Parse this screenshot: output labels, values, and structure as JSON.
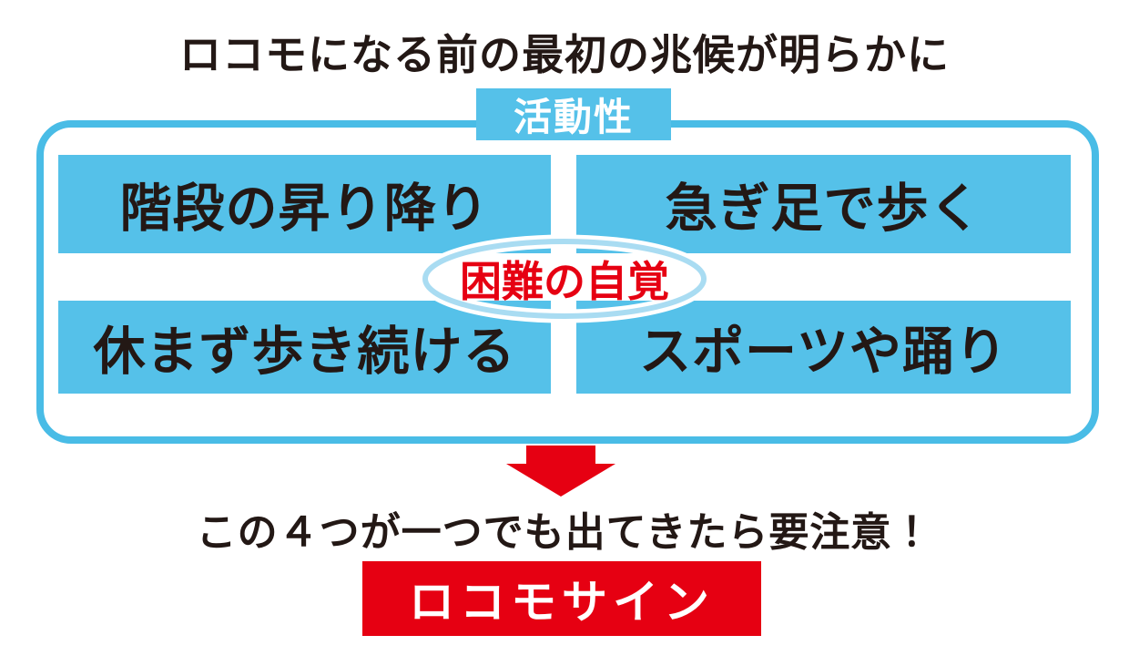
{
  "title": "ロコモになる前の最初の兆候が明らかに",
  "diagram": {
    "category_label": "活動性",
    "boxes": [
      {
        "label": "階段の昇り降り"
      },
      {
        "label": "急ぎ足で歩く"
      },
      {
        "label": "休まず歩き続ける"
      },
      {
        "label": "スポーツや踊り"
      }
    ],
    "center_label": "困難の自覚"
  },
  "conclusion": {
    "warning_text": "この４つが一つでも出てきたら要注意！",
    "result_label": "ロコモサイン"
  },
  "colors": {
    "box_blue": "#55C1E9",
    "border_blue": "#49BCE6",
    "ellipse_light_blue": "#A9DCF2",
    "accent_red": "#E60012",
    "text_dark": "#231815"
  }
}
